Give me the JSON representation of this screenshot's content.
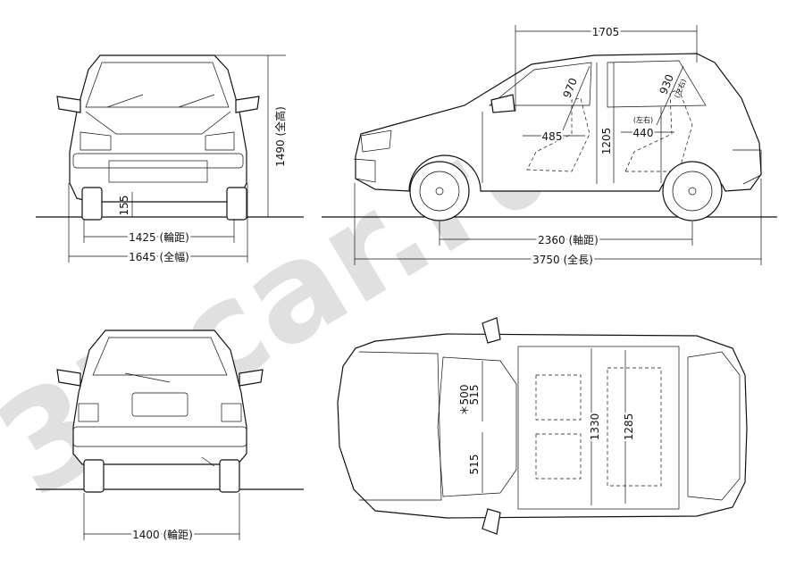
{
  "watermark": "3Dcar.ru",
  "front_view": {
    "height_label": "1490 (全高)",
    "clearance_label": "155",
    "front_track_label": "1425 (輪距)",
    "width_label": "1645 (全幅)"
  },
  "side_view": {
    "top_length_label": "1705",
    "front_headroom_label": "970",
    "rear_headroom_label": "930",
    "rear_note_label": "(左右)",
    "front_legroom_label": "485",
    "rear_legroom_label": "440",
    "interior_note_label": "(左右)",
    "interior_height_label": "1205",
    "wheelbase_label": "2360 (軸距)",
    "length_label": "3750 (全長)"
  },
  "rear_view": {
    "rear_track_label": "1400 (輪距)"
  },
  "top_view": {
    "seat_note_label": "＊500",
    "seat_width_upper_label": "515",
    "seat_width_lower_label": "515",
    "front_shoulder_label": "1330",
    "rear_shoulder_label": "1285"
  }
}
